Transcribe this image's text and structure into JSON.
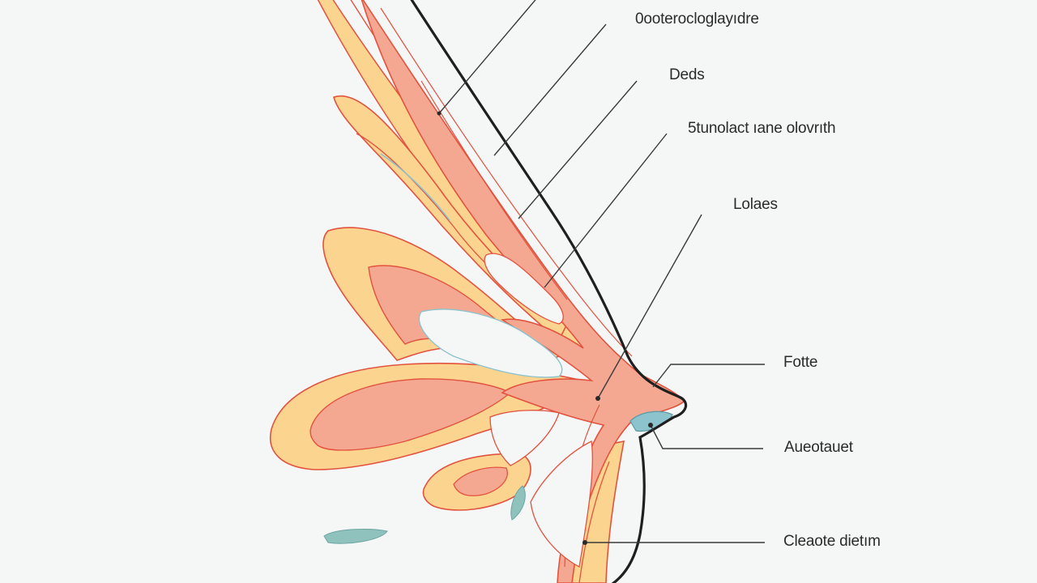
{
  "diagram": {
    "labels": {
      "top": "0ooterocloglayıdre",
      "ducts": "Deds",
      "second": "5tunolact ıane olovrıth",
      "lobes": "Lolaes",
      "fourth": "Fotte",
      "fifth": "Aueotauet",
      "sixth": "Cleaote dietım"
    },
    "colors": {
      "background": "#f5f6f6",
      "outline": "#1f1f1f",
      "tissue_fill": "#f4a892",
      "fat_fill": "#fbd48f",
      "vessel_stroke": "#e2533f",
      "areola_fill": "#8cc3cc",
      "pale_fill": "#f7c8ba"
    }
  }
}
